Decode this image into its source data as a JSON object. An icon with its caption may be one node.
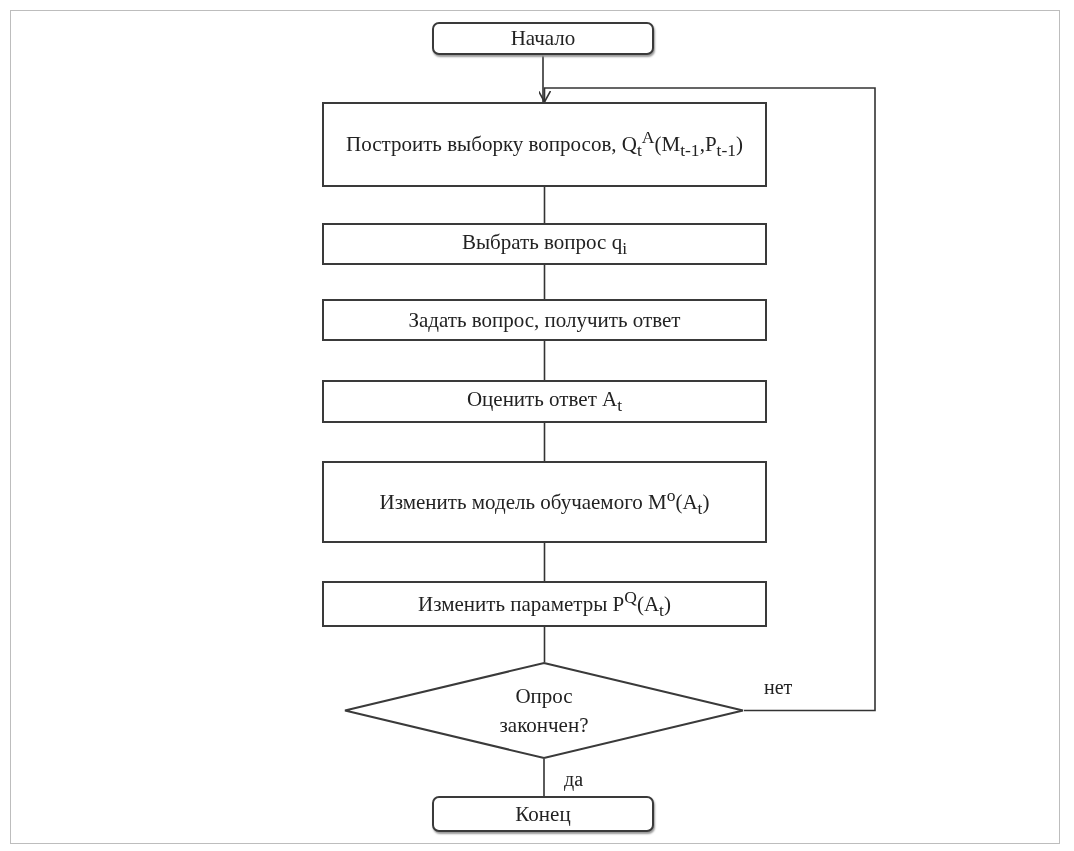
{
  "diagram": {
    "nodes": [
      {
        "text": [
          "Начало"
        ]
      },
      {
        "text": [
          "Построить выборку вопросов, Q$_{t}$$^{A}$(M$_{t-1}$,P$_{t-1}$)"
        ]
      },
      {
        "text": [
          "Выбрать вопрос q$_{i}$"
        ]
      },
      {
        "text": [
          "Задать вопрос, получить ответ"
        ]
      },
      {
        "text": [
          "Оценить ответ A$_{t}$"
        ]
      },
      {
        "text": [
          "Изменить модель обучаемого M$^{o}$(A$_{t}$)"
        ]
      },
      {
        "text": [
          "Изменить параметры P$^{Q}$(A$_{t}$)"
        ]
      },
      {
        "text": [
          "Опрос закончен?"
        ]
      },
      {
        "text": [
          "Конец"
        ]
      }
    ],
    "edges": [
      {
        "from": 0,
        "to": 1,
        "arrow": "none"
      },
      {
        "from": 1,
        "to": 2,
        "arrow": "none"
      },
      {
        "from": 2,
        "to": 3,
        "arrow": "none"
      },
      {
        "from": 3,
        "to": 4,
        "arrow": "none"
      },
      {
        "from": 4,
        "to": 5,
        "arrow": "none"
      },
      {
        "from": 5,
        "to": 6,
        "arrow": "none"
      },
      {
        "from": 6,
        "to": 7,
        "arrow": "none"
      },
      {
        "from": 7,
        "to": 8,
        "label": "да",
        "arrow": "none"
      },
      {
        "from": 7,
        "to": 1,
        "label": "нет",
        "arrow": "to"
      }
    ]
  }
}
